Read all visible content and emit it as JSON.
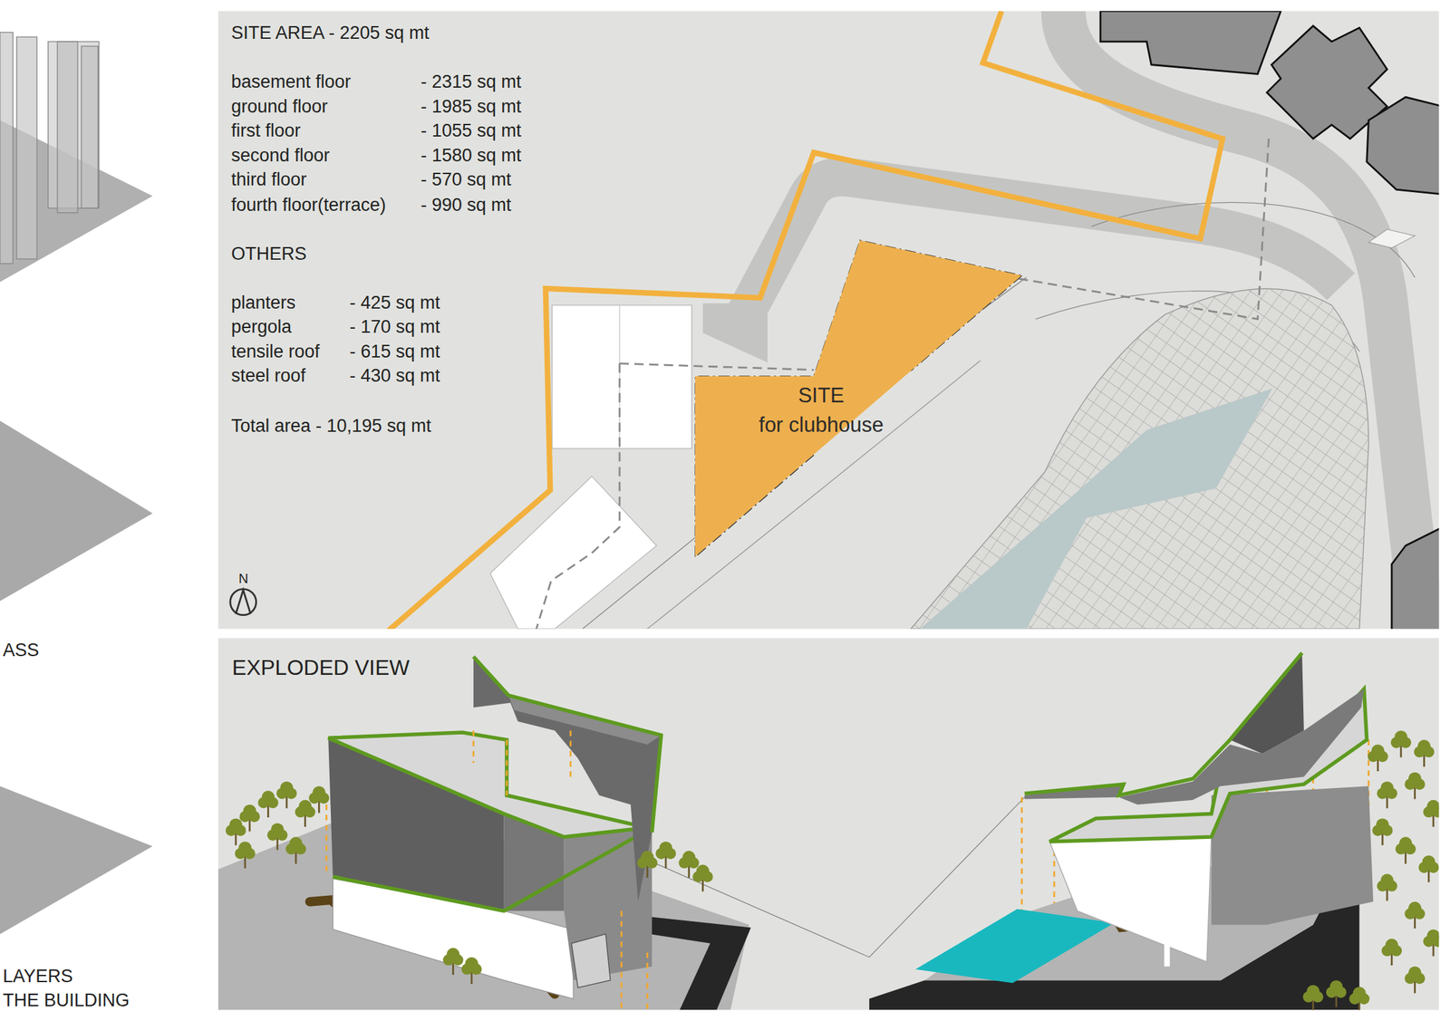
{
  "diagram": {
    "nodes": [
      {
        "text": [
          "SITE",
          "for clubhouse"
        ]
      }
    ],
    "labels": [
      "SITE AREA - 2205 sq mt",
      "basement floor",
      "- 2315 sq mt",
      "ground floor",
      "- 1985 sq mt",
      "first floor",
      "- 1055 sq mt",
      "second floor",
      "- 1580 sq mt",
      "third floor",
      "- 570 sq mt",
      "fourth floor(terrace)",
      "- 990 sq mt",
      "OTHERS",
      "planters",
      "- 425 sq mt",
      "pergola",
      "- 170 sq mt",
      "tensile roof",
      "- 615 sq mt",
      "steel roof",
      "- 430 sq mt",
      "Total area - 10,195 sq mt",
      "N",
      "EXPLODED VIEW",
      "ASS",
      "LAYERS",
      "THE BUILDING"
    ]
  }
}
